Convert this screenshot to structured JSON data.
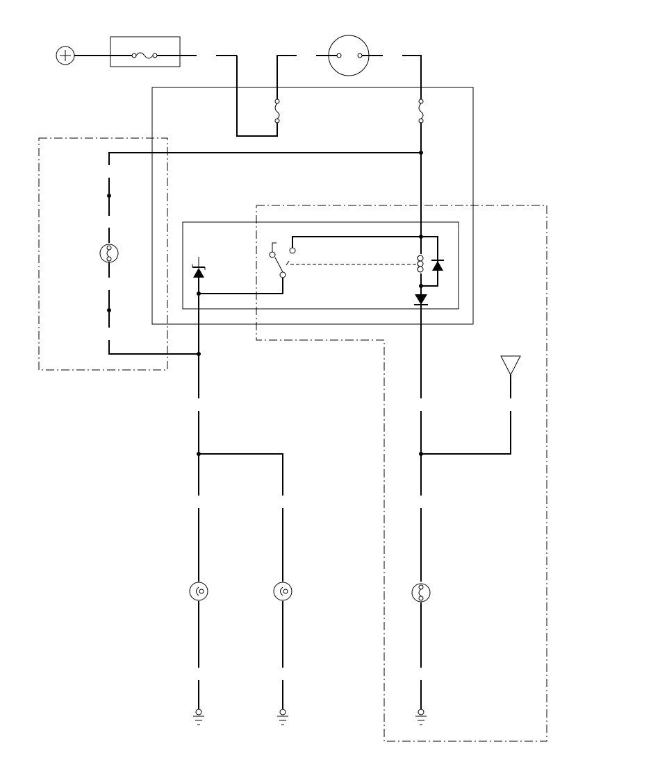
{
  "diagram": {
    "type": "wiring-schematic",
    "text_labels": [],
    "colors": {
      "line": "#000000",
      "background": "#ffffff"
    },
    "symbols": [
      "battery-positive-terminal",
      "fuse",
      "switch-connector",
      "relay-coil",
      "relay-contact-switch",
      "diode",
      "lamp",
      "antenna",
      "ground"
    ]
  }
}
